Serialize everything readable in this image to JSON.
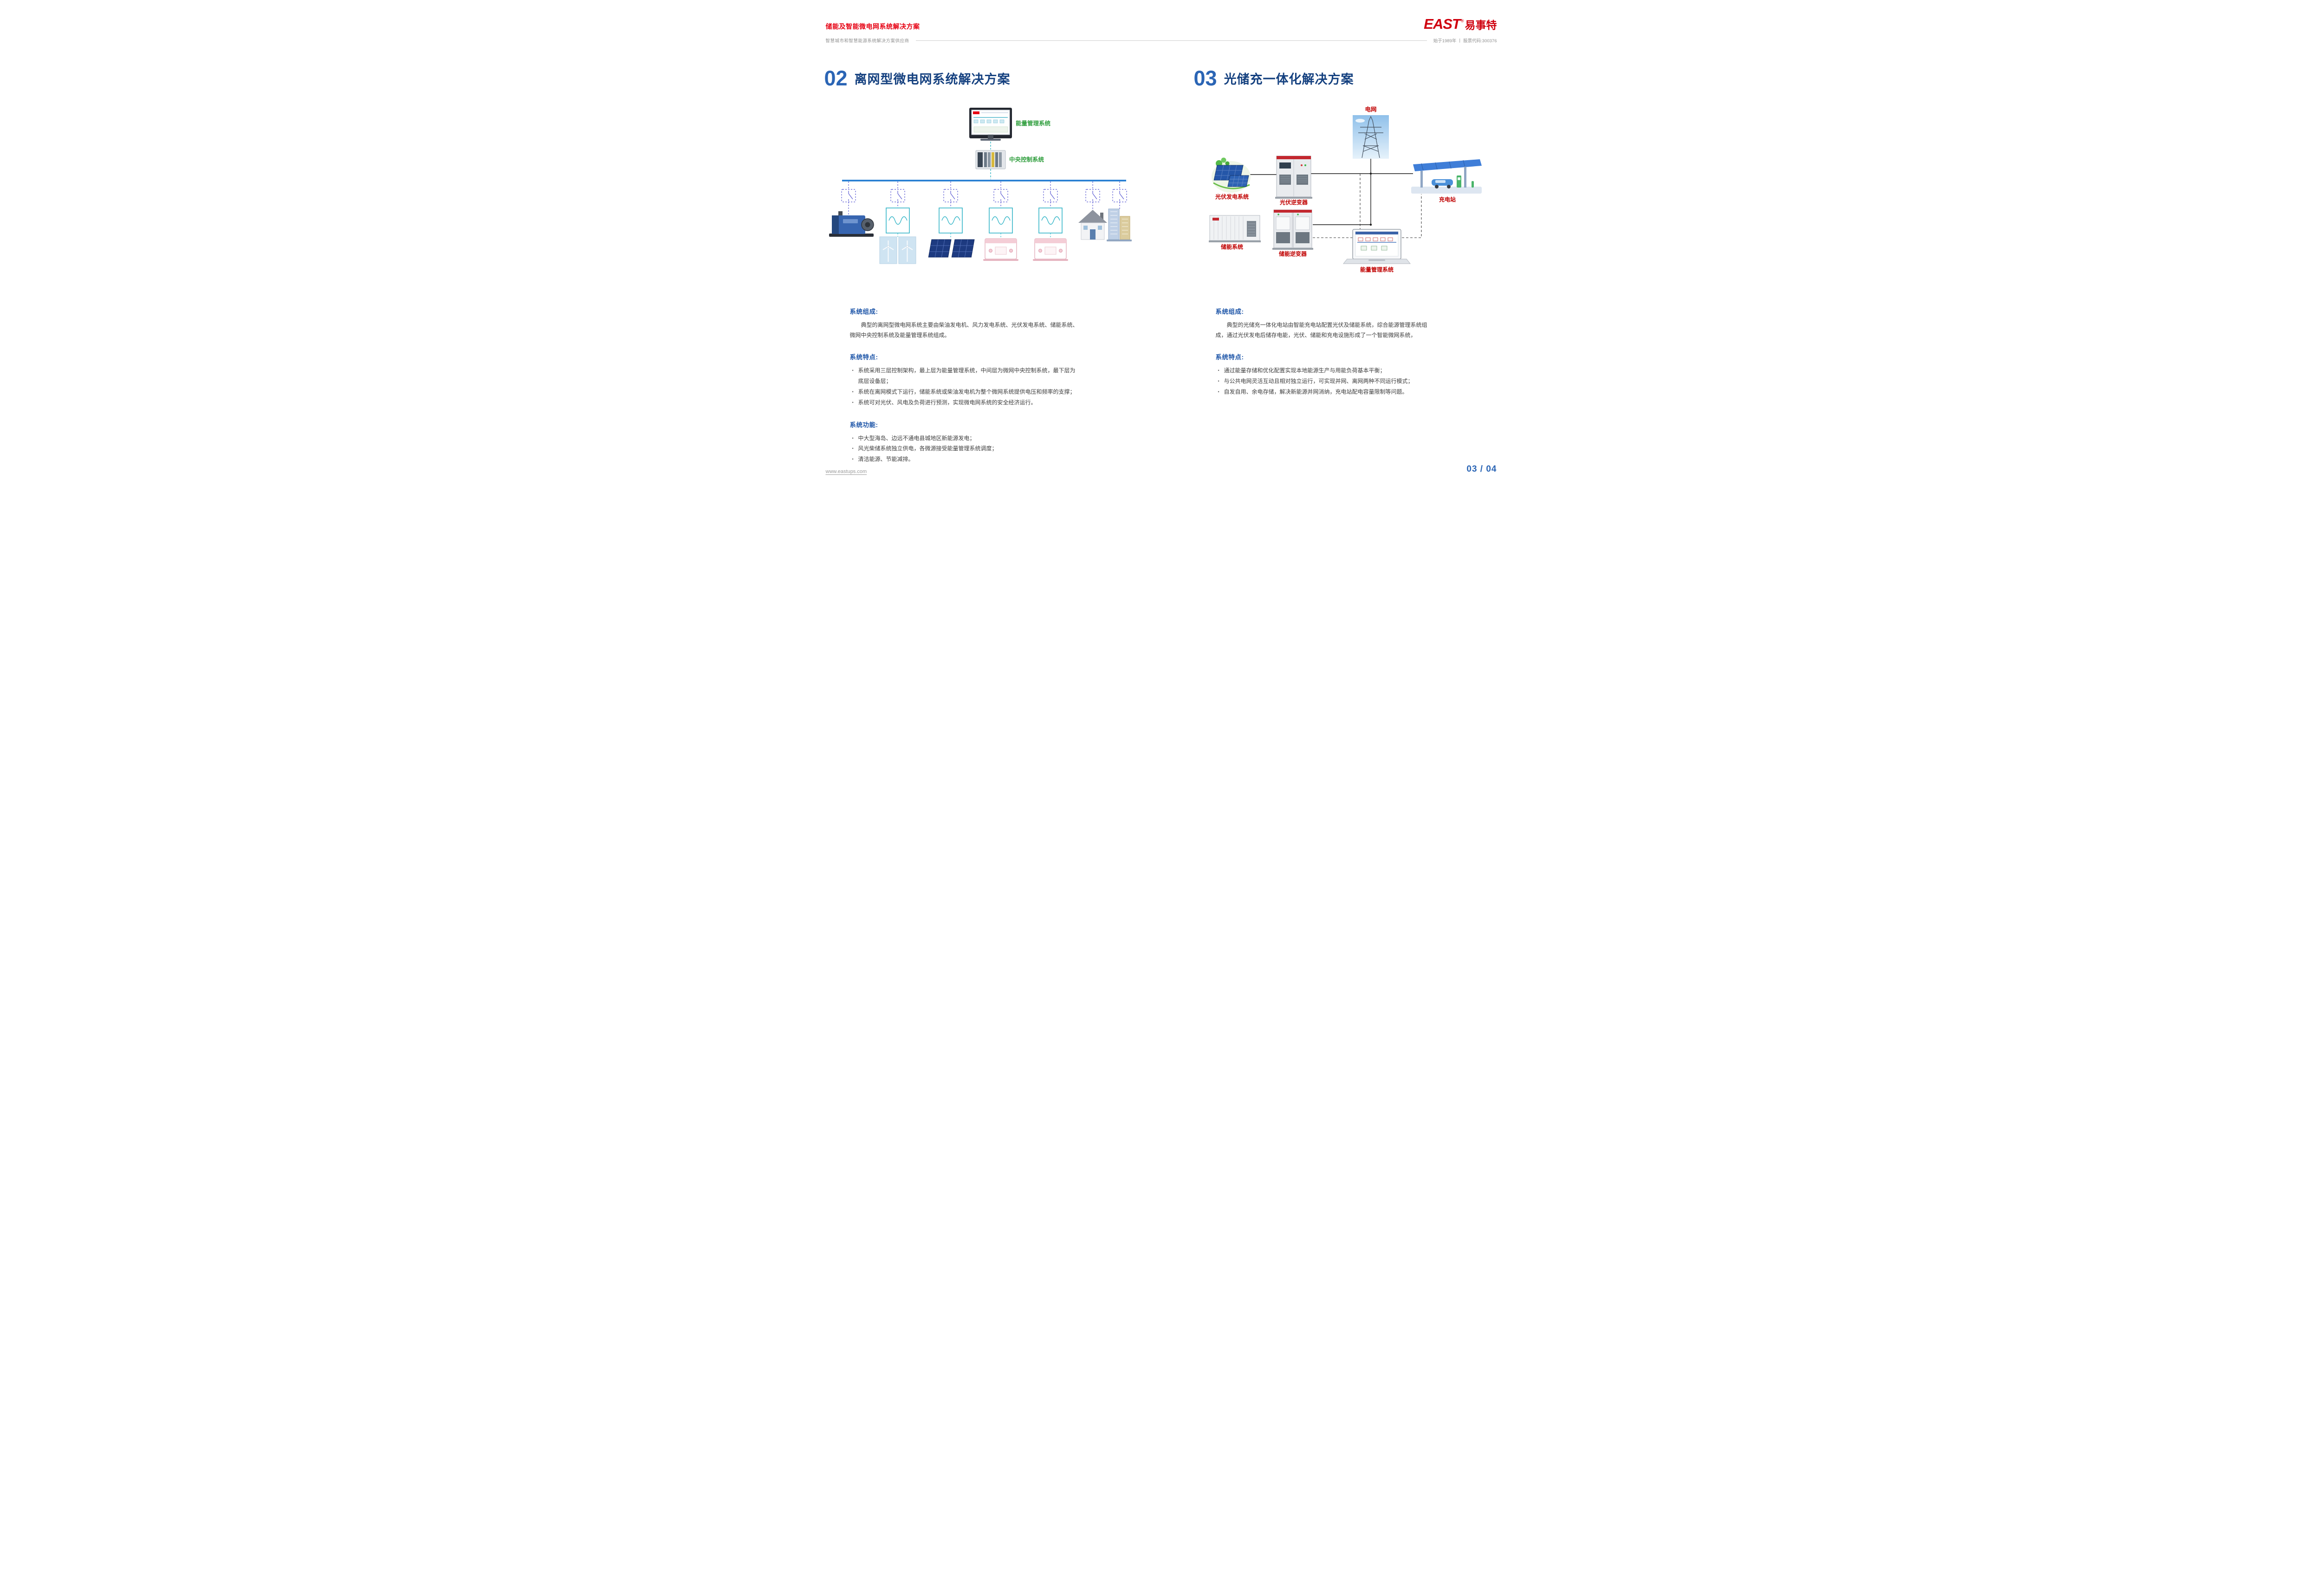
{
  "header": {
    "title": "储能及智能微电网系统解决方案",
    "subtitle": "智慧城市和智慧能源系统解决方案供应商",
    "logo": {
      "east": "EAST",
      "reg": "®",
      "cn": "易事特"
    },
    "tagline": "始于1989年 丨 股票代码:300376"
  },
  "left": {
    "number": "02",
    "title": "离网型微电网系统解决方案",
    "diagram": {
      "ems": "能量管理系统",
      "ccs": "中央控制系统"
    },
    "composition": {
      "heading": "系统组成:",
      "body": "典型的离网型微电网系统主要由柴油发电机、风力发电系统、光伏发电系统、储能系统、微网中央控制系统及能量管理系统组成。"
    },
    "features": {
      "heading": "系统特点:",
      "items": [
        "系统采用三层控制架构，最上层为能量管理系统，中间层为微网中央控制系统，最下层为底层设备层；",
        "系统在离网模式下运行，储能系统或柴油发电机为整个微网系统提供电压和频率的支撑；",
        "系统可对光伏、风电及负荷进行预测，实现微电网系统的安全经济运行。"
      ]
    },
    "functions": {
      "heading": "系统功能:",
      "items": [
        "中大型海岛、边远不通电县城地区新能源发电；",
        "风光柴储系统独立供电，各微源接受能量管理系统调度；",
        "清洁能源、节能减排。"
      ]
    }
  },
  "right": {
    "number": "03",
    "title": "光储充一体化解决方案",
    "diagram": {
      "grid": "电网",
      "pv": "光伏发电系统",
      "pv_inverter": "光伏逆变器",
      "charging": "充电站",
      "storage": "储能系统",
      "storage_inverter": "储能逆变器",
      "ems": "能量管理系统"
    },
    "composition": {
      "heading": "系统组成:",
      "body": "典型的光储充一体化电站由智能充电站配置光伏及储能系统，综合能源管理系统组成，通过光伏发电后储存电能，光伏、储能和充电设施形成了一个智能微网系统，"
    },
    "features": {
      "heading": "系统特点:",
      "items": [
        "通过能量存储和优化配置实现本地能源生产与用能负荷基本平衡；",
        "与公共电网灵活互动且相对独立运行，可实现并网、离网两种不同运行模式；",
        "自发自用、余电存储，解决新能源并网消纳，充电站配电容量限制等问题。"
      ]
    }
  },
  "footer": {
    "website": "www.eastups.com",
    "page_number": "03 / 04"
  },
  "colors": {
    "brand_red": "#e60012",
    "title_blue": "#2b65b5",
    "heading_blue": "#1d55a8",
    "diagram_green_label": "#2f9e3d",
    "diagram_red_label": "#c00000",
    "bus_blue": "#1f7ad0",
    "inverter_teal": "#35b6c8"
  }
}
